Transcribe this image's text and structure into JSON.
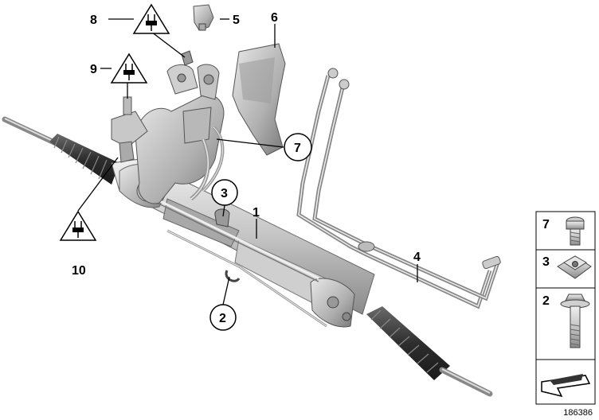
{
  "callouts": {
    "c1": "1",
    "c2": "2",
    "c3": "3",
    "c4": "4",
    "c5": "5",
    "c6": "6",
    "c7": "7",
    "c8": "8",
    "c9": "9",
    "c10": "10"
  },
  "legend": {
    "row1": "7",
    "row2": "3",
    "row3": "2"
  },
  "icons": {
    "warning": "electrical-plug-warning-icon",
    "arrow": "direction-arrow-icon"
  },
  "colors": {
    "part_light": "#d9d9d9",
    "part_mid": "#b5b5b5",
    "part_dark": "#7a7a7a",
    "boot": "#3a3a3a",
    "line": "#000000"
  },
  "diagram_id": "186386"
}
